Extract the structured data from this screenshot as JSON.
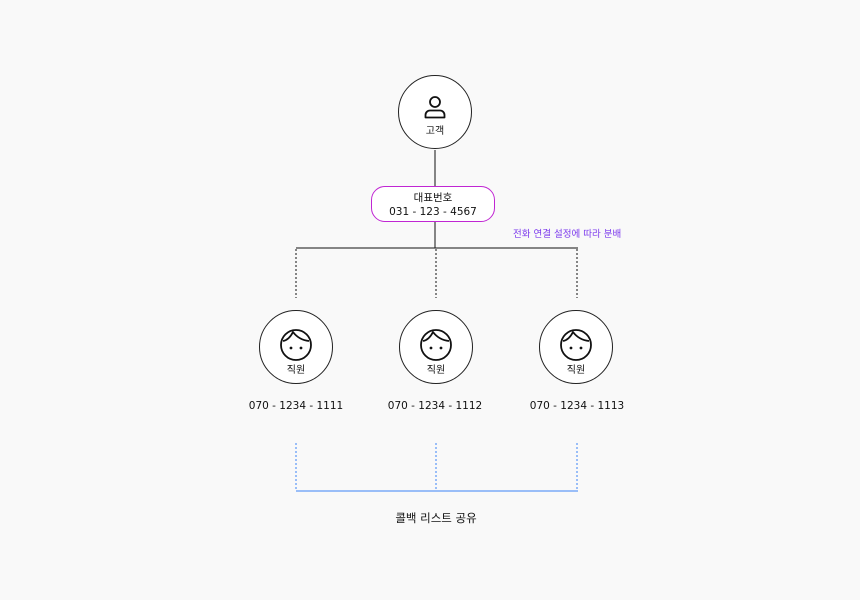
{
  "customer": {
    "label": "고객",
    "icon": "person-icon"
  },
  "main_number": {
    "title": "대표번호",
    "number": "031 - 123 - 4567"
  },
  "distribution_note": "전화 연결 설정에 따라 분배",
  "staff": [
    {
      "label": "직원",
      "phone": "070 - 1234 - 1111",
      "icon": "face-icon"
    },
    {
      "label": "직원",
      "phone": "070 - 1234 - 1112",
      "icon": "face-icon"
    },
    {
      "label": "직원",
      "phone": "070 - 1234 - 1113",
      "icon": "face-icon"
    }
  ],
  "callback_list": "콜백 리스트 공유",
  "colors": {
    "line": "#111111",
    "highlight_border": "#c026d3",
    "note_text": "#7c3aed",
    "share_line": "#3b82f6"
  }
}
